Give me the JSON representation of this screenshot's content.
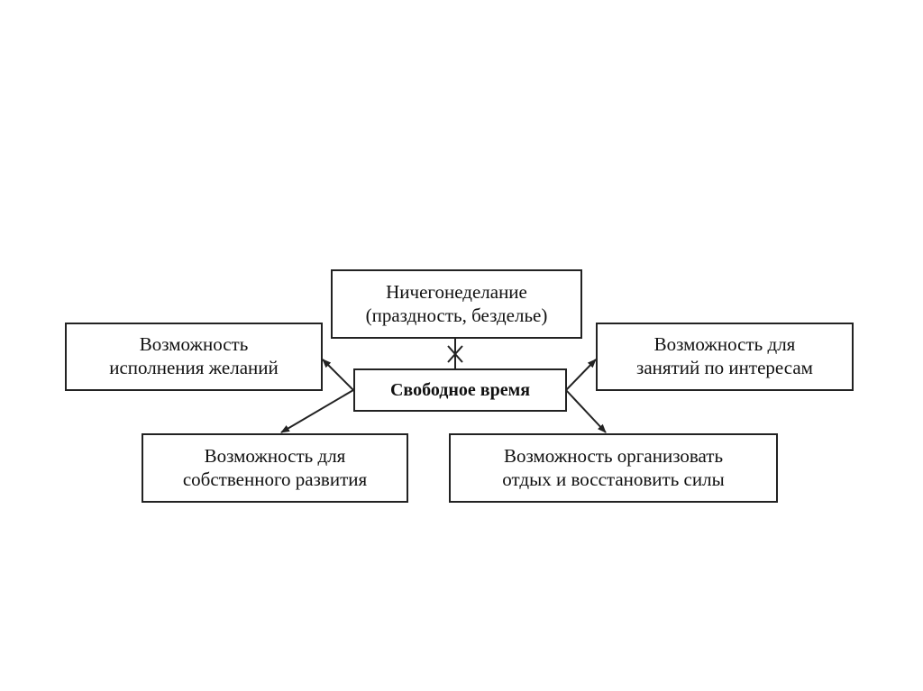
{
  "diagram": {
    "center": {
      "label": "Свободное время"
    },
    "opposite": {
      "line1": "Ничегонеделание",
      "line2": "(праздность, безделье)"
    },
    "outcomes": [
      {
        "line1": "Возможность",
        "line2": "исполнения желаний"
      },
      {
        "line1": "Возможность для",
        "line2": "занятий по интересам"
      },
      {
        "line1": "Возможность для",
        "line2": "собственного развития"
      },
      {
        "line1": "Возможность организовать",
        "line2": "отдых и восстановить силы"
      }
    ]
  }
}
